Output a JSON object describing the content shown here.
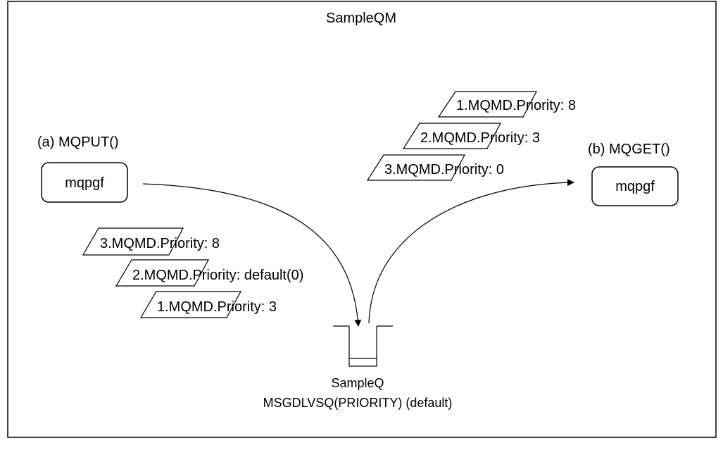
{
  "queue_manager": {
    "title": "SampleQM"
  },
  "put_side": {
    "label": "(a) MQPUT()",
    "program": "mqpgf",
    "messages": [
      {
        "text": "3.MQMD.Priority: 8"
      },
      {
        "text": "2.MQMD.Priority: default(0)"
      },
      {
        "text": "1.MQMD.Priority: 3"
      }
    ]
  },
  "get_side": {
    "label": "(b) MQGET()",
    "program": "mqpgf",
    "messages": [
      {
        "text": "1.MQMD.Priority: 8"
      },
      {
        "text": "2.MQMD.Priority: 3"
      },
      {
        "text": "3.MQMD.Priority: 0"
      }
    ]
  },
  "queue": {
    "name": "SampleQ",
    "attribute": "MSGDLVSQ(PRIORITY) (default)"
  },
  "colors": {
    "stroke": "#000000",
    "background": "#ffffff"
  }
}
